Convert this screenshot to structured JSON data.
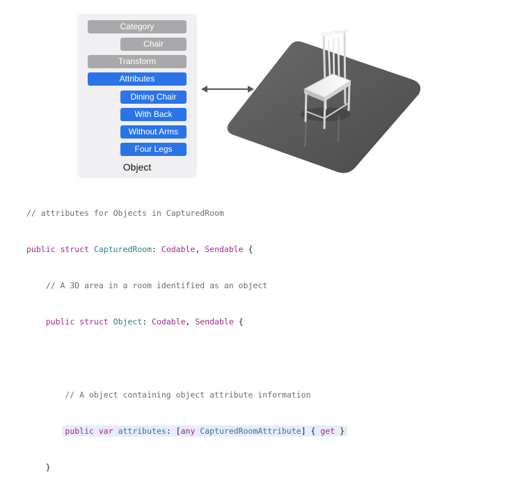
{
  "panel": {
    "title": "Object",
    "items": [
      {
        "label": "Category",
        "style": "gray",
        "indent": false
      },
      {
        "label": "Chair",
        "style": "gray",
        "indent": true
      },
      {
        "label": "Transform",
        "style": "gray",
        "indent": false
      },
      {
        "label": "Attributes",
        "style": "blue",
        "indent": false
      },
      {
        "label": "Dining Chair",
        "style": "blue",
        "indent": true
      },
      {
        "label": "With Back",
        "style": "blue",
        "indent": true
      },
      {
        "label": "Without Arms",
        "style": "blue",
        "indent": true
      },
      {
        "label": "Four Legs",
        "style": "blue",
        "indent": true
      }
    ]
  },
  "colors": {
    "gray_chip": "#a9a9ab",
    "blue_chip": "#2a74e8",
    "keyword": "#a12a8e",
    "type": "#2e7f86",
    "comment": "#6d6d72"
  },
  "icons": {
    "arrow": "double-arrow-icon",
    "model": "chair-3d-model"
  },
  "code": {
    "l1": "// attributes for Objects in CapturedRoom",
    "l2_kw": "public struct ",
    "l2_type": "CapturedRoom",
    "l2_colon": ": ",
    "l2_codable": "Codable",
    "l2_comma": ", ",
    "l2_sendable": "Sendable",
    "l2_brace": " {",
    "l3": "    // A 3D area in a room identified as an object",
    "l4_indent": "    ",
    "l4_kw": "public struct ",
    "l4_type": "Object",
    "l4_colon": ": ",
    "l4_codable": "Codable",
    "l4_comma": ", ",
    "l4_sendable": "Sendable",
    "l4_brace": " {",
    "l6": "        // A object containing object attribute information",
    "l7_indent": "        ",
    "l7_kw": "public var ",
    "l7_name": "attributes",
    "l7_colon": ": [",
    "l7_any": "any ",
    "l7_type": "CapturedRoomAttribute",
    "l7_close": "] { ",
    "l7_get": "get",
    "l7_end": " }",
    "l8": "    }"
  }
}
